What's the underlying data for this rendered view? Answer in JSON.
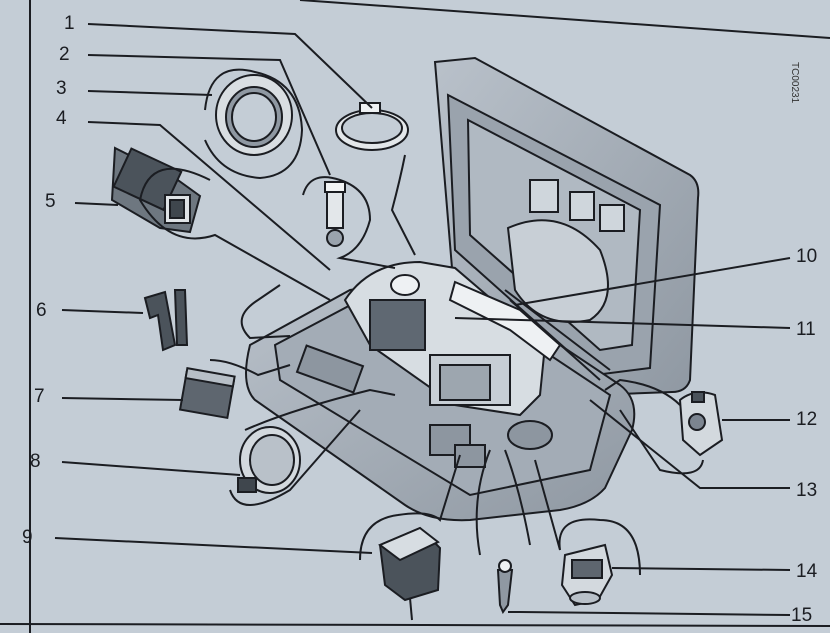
{
  "diagram": {
    "labels": [
      "1",
      "2",
      "3",
      "4",
      "5",
      "6",
      "7",
      "8",
      "9",
      "10",
      "11",
      "12",
      "13",
      "14",
      "15"
    ],
    "code": "TC00231",
    "colors": {
      "background": "#c4cdd6",
      "line": "#1b1d22",
      "case": "#aab3bd",
      "case_dark": "#7c8590",
      "part_light": "#e8ecef"
    }
  }
}
